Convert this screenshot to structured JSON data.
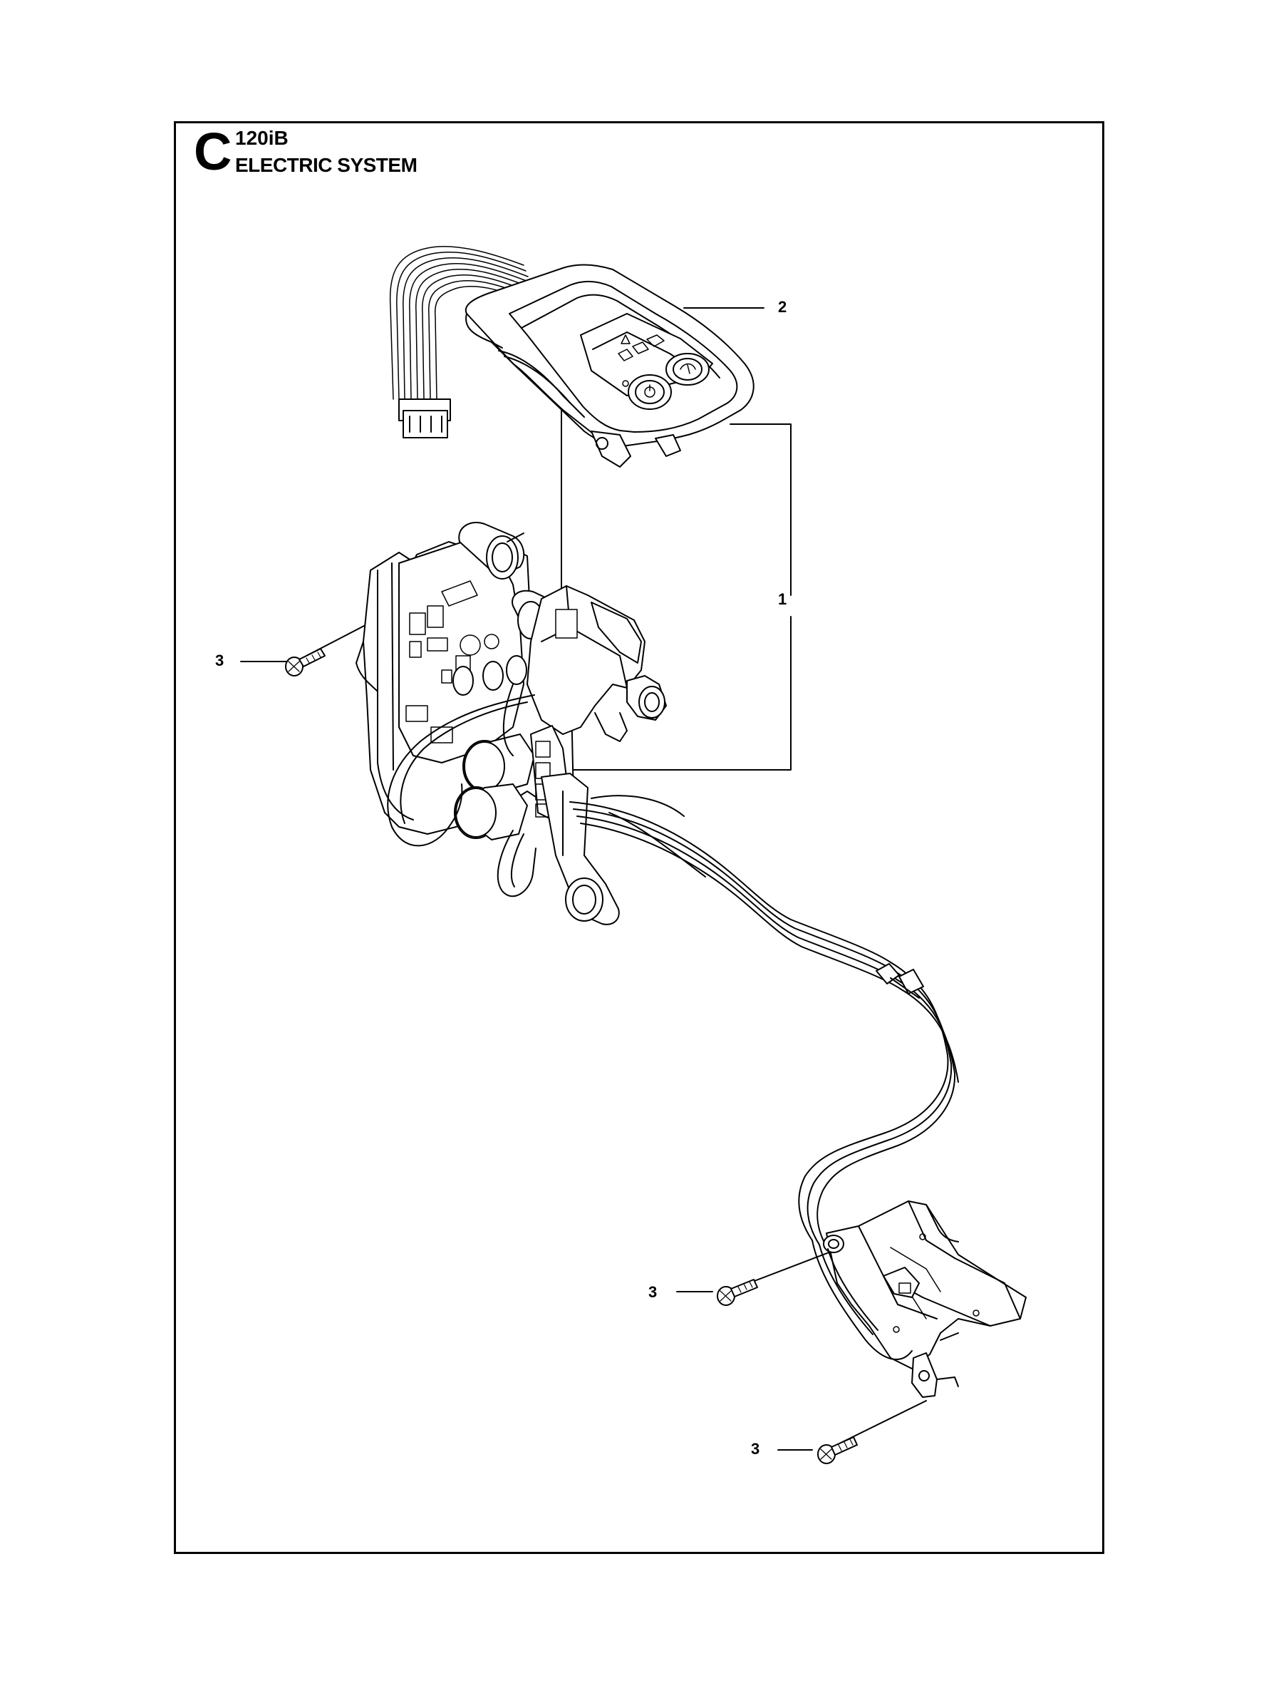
{
  "header": {
    "section_letter": "C",
    "model": "120iB",
    "title": "ELECTRIC SYSTEM"
  },
  "callouts": [
    {
      "id": "callout-2",
      "label": "2"
    },
    {
      "id": "callout-1",
      "label": "1"
    },
    {
      "id": "callout-3a",
      "label": "3"
    },
    {
      "id": "callout-3b",
      "label": "3"
    },
    {
      "id": "callout-3c",
      "label": "3"
    }
  ]
}
